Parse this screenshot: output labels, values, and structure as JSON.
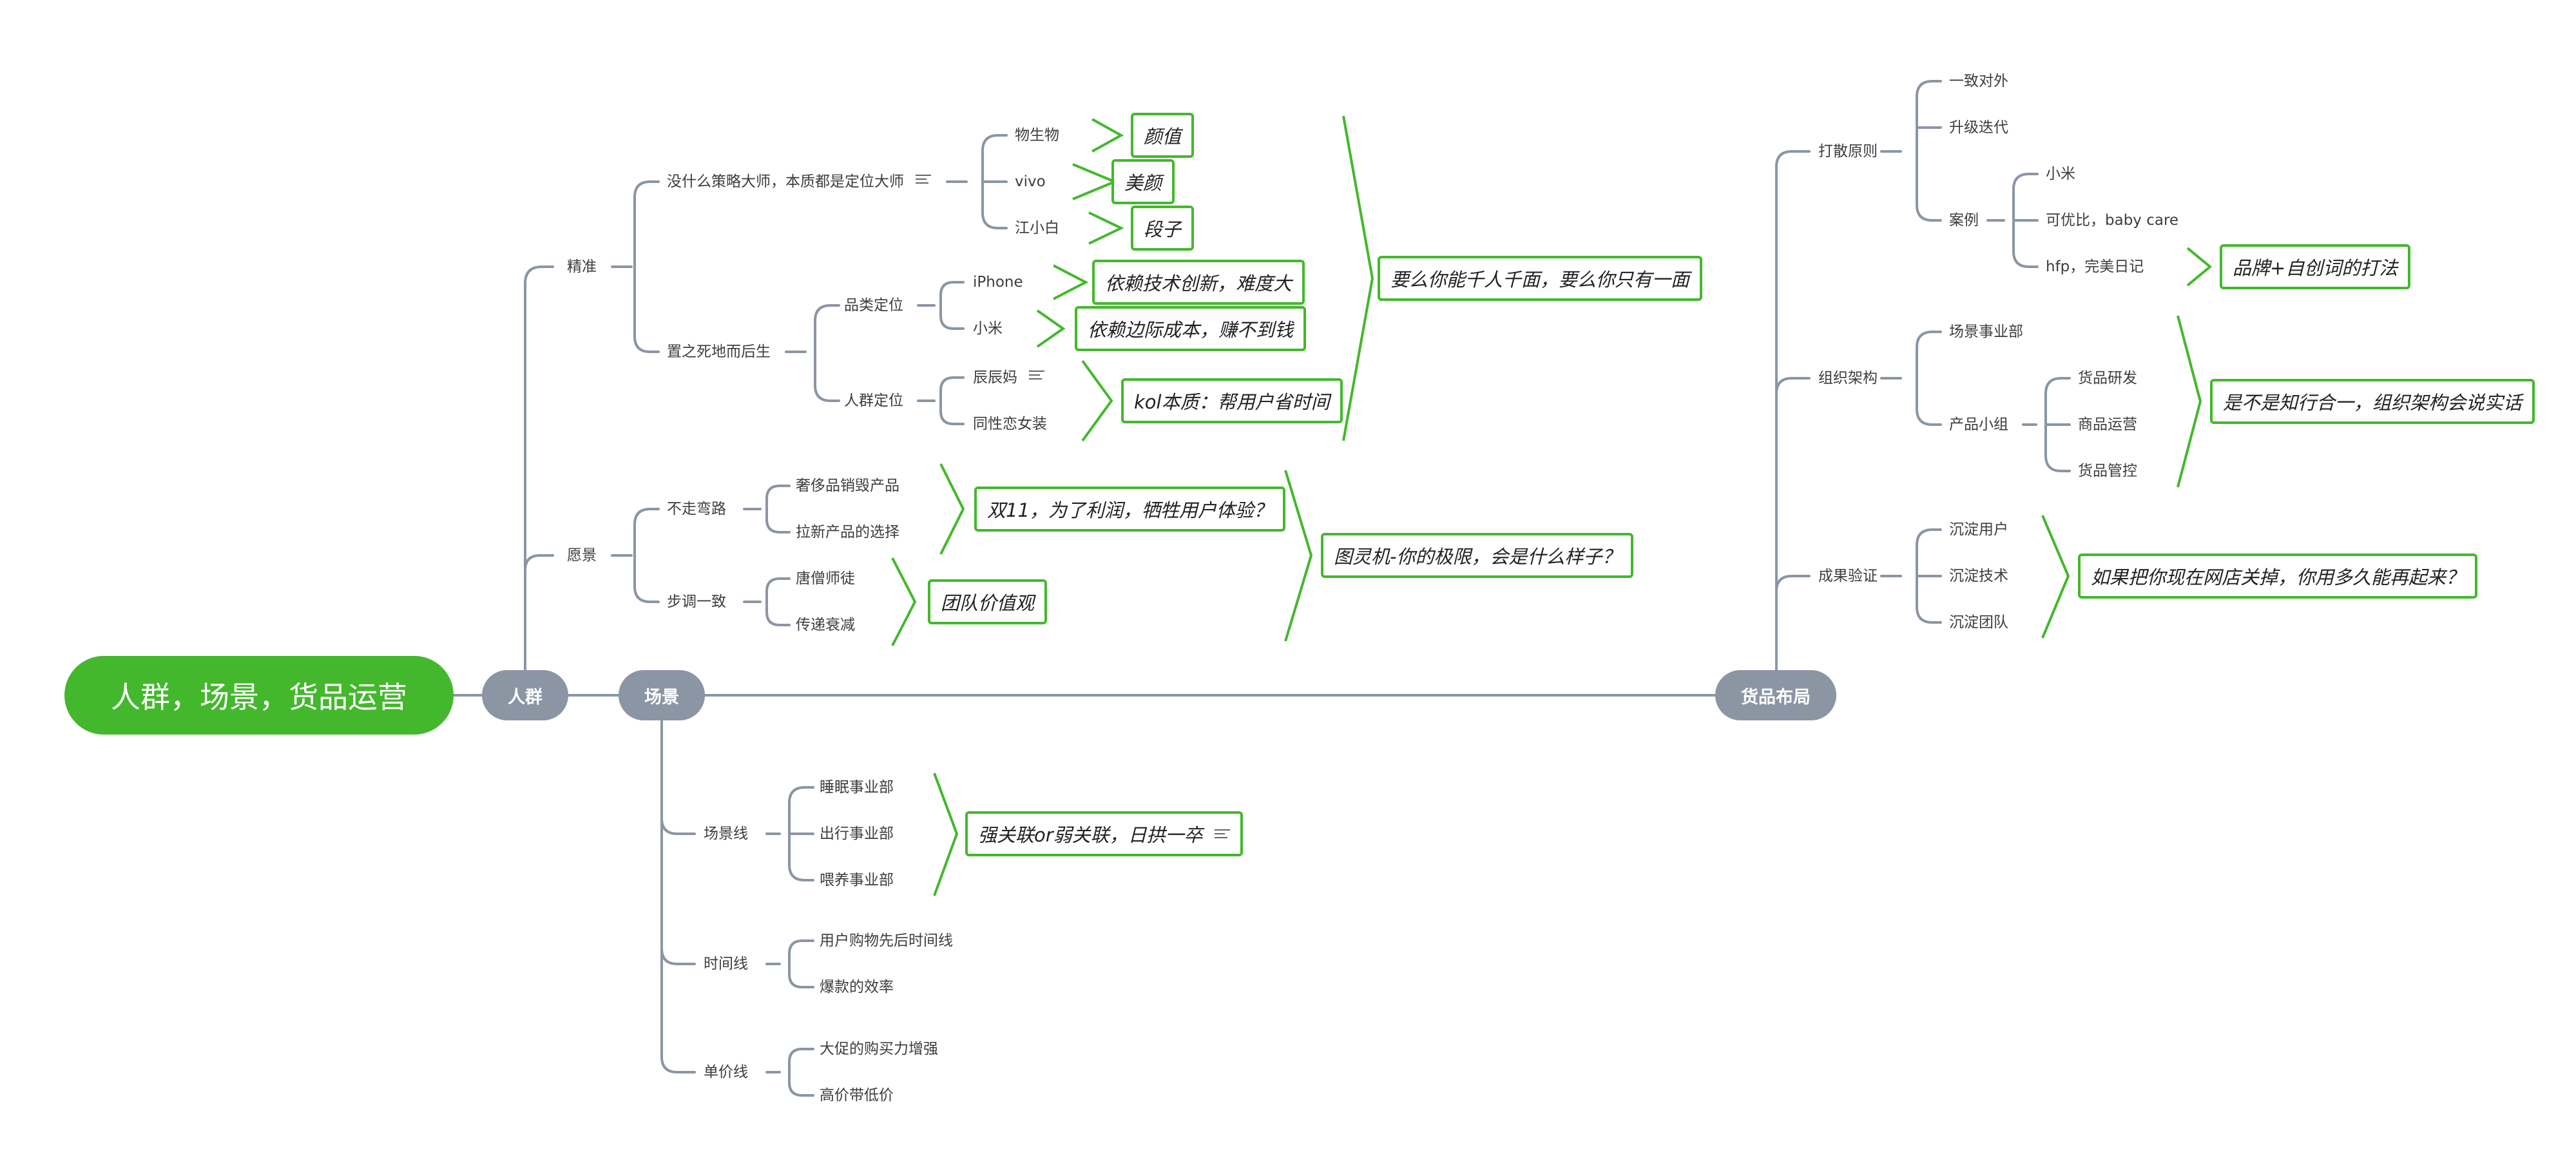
{
  "root": {
    "label": "人群，场景，货品运营"
  },
  "branches": {
    "renqun": "人群",
    "changjing": "场景",
    "huopin": "货品布局"
  },
  "renqun": {
    "jingzhun": {
      "label": "精准",
      "cw": {
        "label": "没什么策略大师，本质都是定位大师",
        "has_note": true,
        "items": [
          "物生物",
          "vivo",
          "江小白"
        ],
        "callouts": [
          "颜值",
          "美颜",
          "段子"
        ]
      },
      "zs": {
        "label": "置之死地而后生",
        "pinlei": {
          "label": "品类定位",
          "items": [
            "iPhone",
            "小米"
          ],
          "callouts": [
            "依赖技术创新，难度大",
            "依赖边际成本，赚不到钱"
          ]
        },
        "renqun_dw": {
          "label": "人群定位",
          "items": [
            "辰辰妈",
            "同性恋女装"
          ],
          "callout": "kol本质：帮用户省时间"
        }
      },
      "summary": "要么你能千人千面，要么你只有一面"
    },
    "yuanjing": {
      "label": "愿景",
      "bzwl": {
        "label": "不走弯路",
        "items": [
          "奢侈品销毁产品",
          "拉新产品的选择"
        ],
        "callout": "双11，为了利润，牺牲用户体验？"
      },
      "btyz": {
        "label": "步调一致",
        "items": [
          "唐僧师徒",
          "传递衰减"
        ],
        "callout": "团队价值观"
      },
      "summary": "图灵机-你的极限，会是什么样子？"
    }
  },
  "changjing": {
    "cjx": {
      "label": "场景线",
      "items": [
        "睡眠事业部",
        "出行事业部",
        "喂养事业部"
      ],
      "callout": "强关联or弱关联，日拱一卒"
    },
    "sjx": {
      "label": "时间线",
      "items": [
        "用户购物先后时间线",
        "爆款的效率"
      ]
    },
    "djx": {
      "label": "单价线",
      "items": [
        "大促的购买力增强",
        "高价带低价"
      ]
    }
  },
  "huopin": {
    "dsyz": {
      "label": "打散原则",
      "items": [
        "一致对外",
        "升级迭代"
      ],
      "anli": {
        "label": "案例",
        "items": [
          "小米",
          "可优比，baby care",
          "hfp，完美日记"
        ],
        "callout": "品牌+自创词的打法"
      }
    },
    "zzjg": {
      "label": "组织架构",
      "cjsyb": "场景事业部",
      "cpxz": {
        "label": "产品小组",
        "items": [
          "货品研发",
          "商品运营",
          "货品管控"
        ]
      },
      "summary": "是不是知行合一，组织架构会说实话"
    },
    "cgyz": {
      "label": "成果验证",
      "items": [
        "沉淀用户",
        "沉淀技术",
        "沉淀团队"
      ],
      "summary": "如果把你现在网店关掉，你用多久能再起来？"
    }
  },
  "colors": {
    "accent": "#43b82c",
    "line": "#8b95a4",
    "text": "#3d3d3d"
  }
}
